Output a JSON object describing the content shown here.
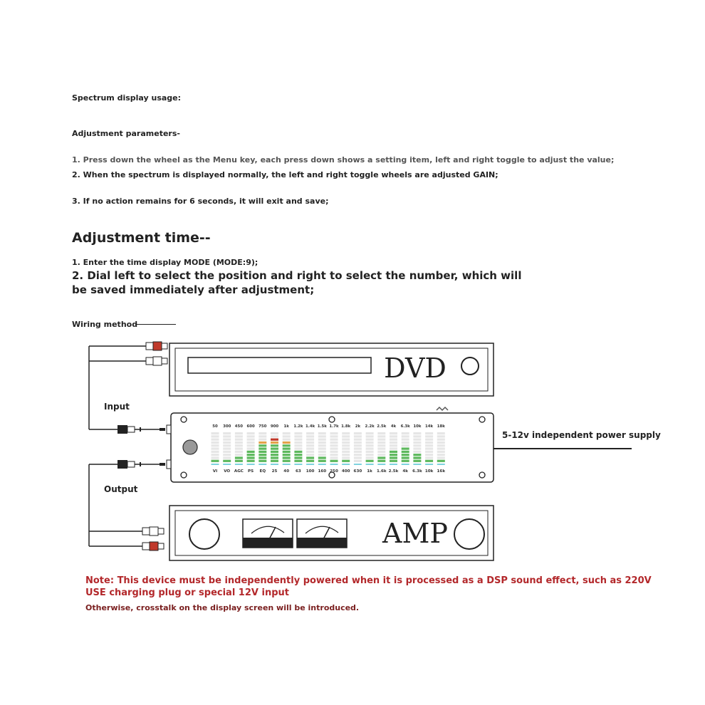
{
  "text": {
    "spectrum_usage": "Spectrum display usage:",
    "adjust_params": "Adjustment parameters-",
    "step1": "1. Press down the wheel as the Menu key, each press down shows a setting item, left and right toggle to adjust the value;",
    "step2": "2. When the spectrum is displayed normally, the left and right toggle wheels are adjusted GAIN;",
    "step3": "3. If no action remains for 6 seconds, it will exit and save;",
    "adjust_time": "Adjustment time--",
    "time1": "1. Enter the time display MODE (MODE:9);",
    "time2a": "2. Dial left to select the position and right to select the number, which will",
    "time2b": "be saved immediately after adjustment;",
    "wiring": "Wiring method",
    "input": "Input",
    "output": "Output",
    "power": "5-12v independent power supply",
    "note1": "Note: This device must be independently powered when it is processed as a DSP sound effect, such as 220V",
    "note2": "USE charging plug or special 12V input",
    "note3": "Otherwise, crosstalk on the display screen will be introduced."
  },
  "devices": {
    "dvd_label": "DVD",
    "amp_label": "AMP"
  },
  "spectrum": {
    "top_labels": [
      "50",
      "300",
      "450",
      "600",
      "750",
      "900",
      "1k",
      "1.2k",
      "1.4k",
      "1.5k",
      "1.7k",
      "1.8k",
      "2k",
      "2.2k",
      "2.5k",
      "4k",
      "6.3k",
      "10k",
      "14k",
      "18k"
    ],
    "bottom_labels": [
      "VI",
      "VO",
      "AGC",
      "PS",
      "EQ",
      "25",
      "40",
      "63",
      "100",
      "160",
      "250",
      "400",
      "630",
      "1k",
      "1.6k",
      "2.5k",
      "4k",
      "6.3k",
      "10k",
      "16k"
    ],
    "levels": [
      1,
      1,
      2,
      4,
      7,
      8,
      7,
      4,
      2,
      2,
      1,
      1,
      0,
      1,
      2,
      4,
      5,
      3,
      1,
      1
    ],
    "segments": 10,
    "colors": {
      "grid": "#e6e6e6",
      "low": "#5cb85c",
      "base": "#7fd3df",
      "mid": "#e3a24a",
      "peak": "#c0392b"
    }
  }
}
